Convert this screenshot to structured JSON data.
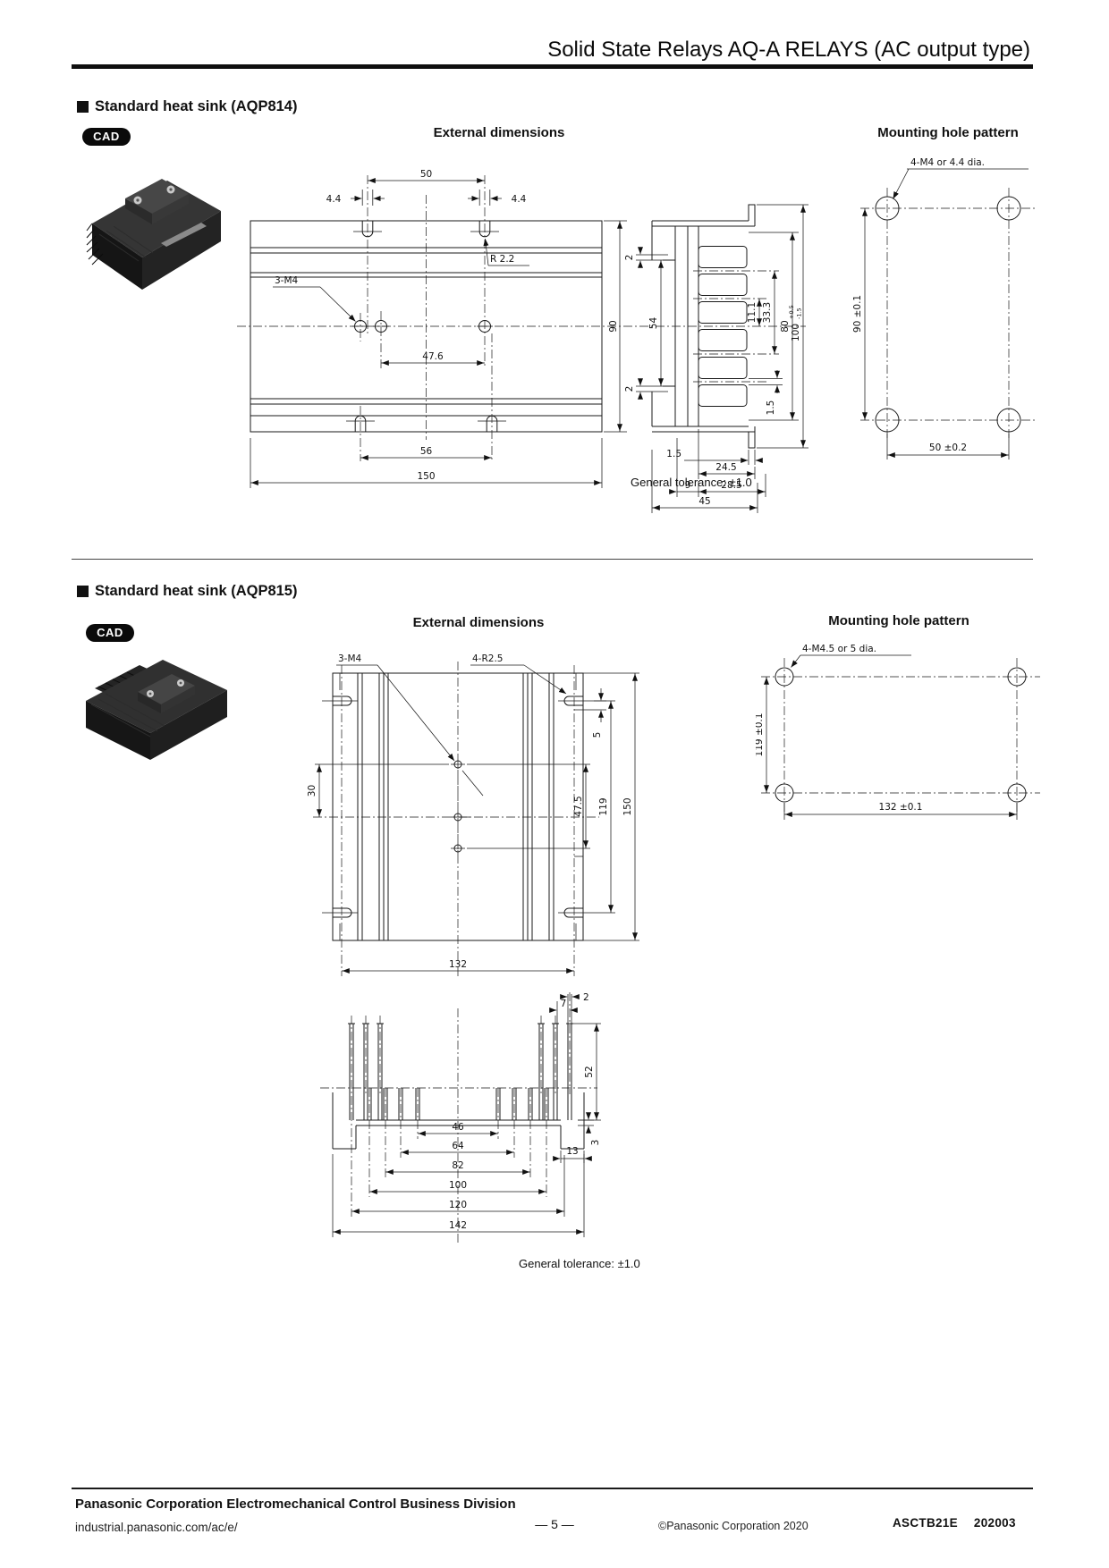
{
  "header": {
    "title": "Solid State Relays AQ-A RELAYS (AC output type)"
  },
  "s1": {
    "heading": "Standard heat sink (AQP814)",
    "cad": "CAD",
    "ext_title": "External dimensions",
    "mount_title": "Mounting hole pattern",
    "tolerance": "General tolerance: ±1.0",
    "front": {
      "d50": "50",
      "d44l": "4.4",
      "d44r": "4.4",
      "r22": "R 2.2",
      "m4": "3-M4",
      "d476": "47.6",
      "d56": "56",
      "d150": "150",
      "d90": "90"
    },
    "side": {
      "d2t": "2",
      "d54": "54",
      "d2b": "2",
      "d111": "11.1",
      "d333": "33.3",
      "d80": "80",
      "d100": "100",
      "tolp": "+0.5",
      "tolm": "-1.5",
      "d15gap": "1.5",
      "d15tab": "1.5",
      "d245": "24.5",
      "d9": "9",
      "d285": "28.5",
      "d45": "45"
    },
    "mount": {
      "label": "4-M4 or 4.4 dia.",
      "v": "90 ±0.1",
      "h": "50 ±0.2"
    }
  },
  "s2": {
    "heading": "Standard heat sink (AQP815)",
    "cad": "CAD",
    "ext_title": "External dimensions",
    "mount_title": "Mounting hole pattern",
    "tolerance": "General tolerance: ±1.0",
    "top": {
      "m4": "3-M4",
      "r25": "4-R2.5",
      "d30": "30",
      "d5": "5",
      "d475": "47.5",
      "d119": "119",
      "d150": "150",
      "d132": "132"
    },
    "section": {
      "d2": "2",
      "d7": "7",
      "d52": "52",
      "d3": "3",
      "d13": "13",
      "d46": "46",
      "d64": "64",
      "d82": "82",
      "d100": "100",
      "d120": "120",
      "d142": "142"
    },
    "mount": {
      "label": "4-M4.5 or 5 dia.",
      "v": "119 ±0.1",
      "h": "132 ±0.1"
    }
  },
  "footer": {
    "company": "Panasonic Corporation Electromechanical Control Business Division",
    "url": "industrial.panasonic.com/ac/e/",
    "page": "— 5 —",
    "copyright": "©Panasonic Corporation 2020",
    "doc_number": "ASCTB21E",
    "doc_code": "202003"
  }
}
